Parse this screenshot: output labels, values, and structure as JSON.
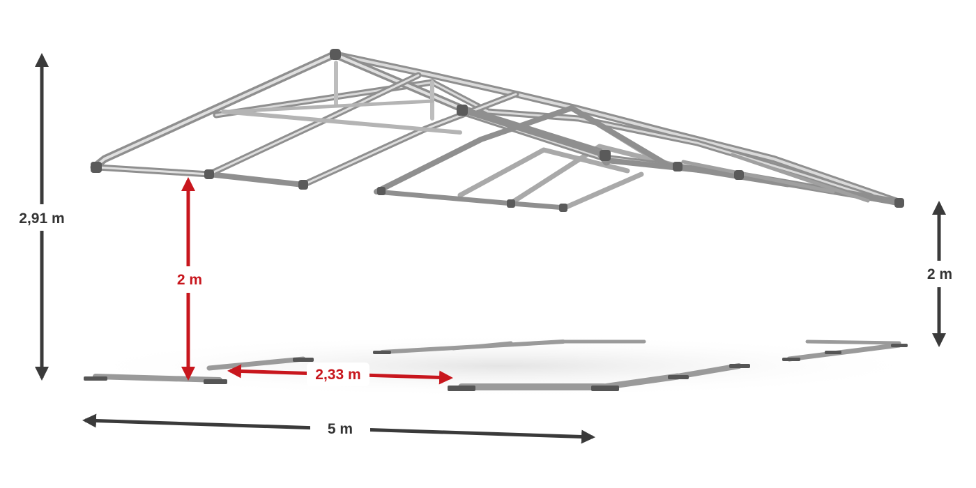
{
  "dimensions": {
    "total_height": {
      "label": "2,91 m"
    },
    "wall_height_left": {
      "label": "2 m"
    },
    "wall_height_right": {
      "label": "2 m"
    },
    "bay_width": {
      "label": "2,33 m"
    },
    "tent_width": {
      "label": "5 m"
    }
  },
  "colors": {
    "dark_arrow": "#3a3a3a",
    "red_arrow": "#c8161d",
    "frame_light": "#d6d6d6",
    "frame_dark": "#8a8a8a",
    "connector": "#5a5a5a",
    "shadow": "#e6e6e6"
  }
}
